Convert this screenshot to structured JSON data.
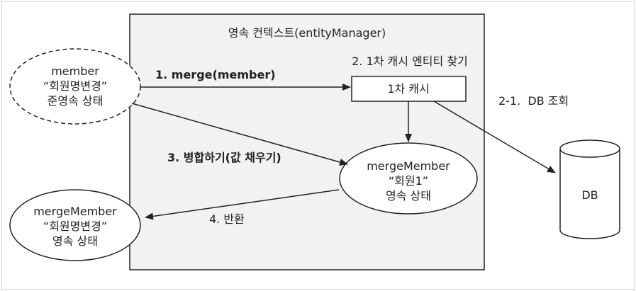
{
  "context": {
    "title": "영속 컨텍스트(entityManager)"
  },
  "member_node": {
    "name": "member",
    "value": "“회원명변경”",
    "state": "준영속 상태"
  },
  "cache": {
    "label": "1차 캐시",
    "find_label": "2. 1차 캐시 엔티티 찾기"
  },
  "merge_member_node": {
    "name": "mergeMember",
    "value": "“회원1”",
    "state": "영속 상태"
  },
  "result_node": {
    "name": "mergeMember",
    "value": "“회원명변경”",
    "state": "영속 상태"
  },
  "db": {
    "label": "DB",
    "query_label": "2-1.  DB 조회"
  },
  "steps": {
    "merge": "1. merge(member)",
    "fill": "3. 병합하기(값 채우기)",
    "return": "4. 반환"
  },
  "colors": {
    "context_fill": "#f2f2f2",
    "stroke": "#222222",
    "frame": "#cccccc"
  }
}
